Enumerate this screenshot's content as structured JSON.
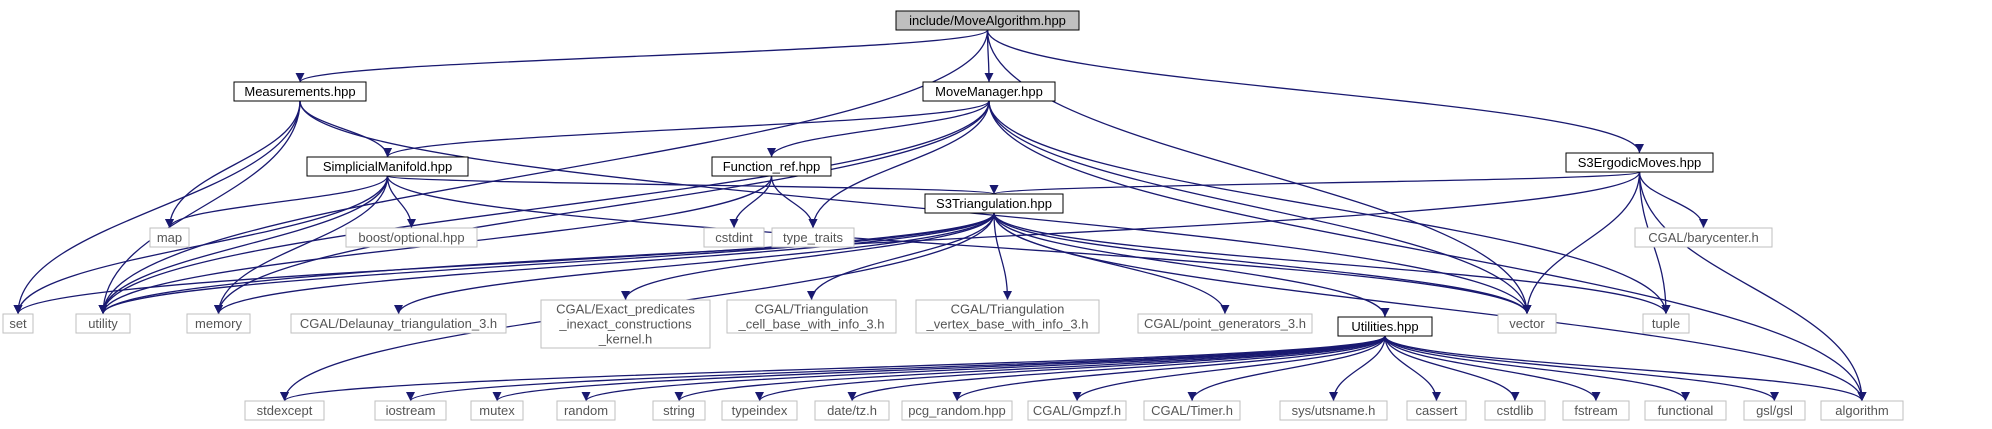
{
  "colors": {
    "edge": "#191970",
    "border_dark": "#000000",
    "border_light": "#bfbfbf",
    "root_fill": "#bfbfbf",
    "text_dark": "#000000",
    "text_light": "#555555"
  },
  "nodes": [
    {
      "id": "root",
      "lines": [
        "include/MoveAlgorithm.hpp"
      ],
      "kind": "root"
    },
    {
      "id": "measurements",
      "lines": [
        "Measurements.hpp"
      ],
      "kind": "dark"
    },
    {
      "id": "movemanager",
      "lines": [
        "MoveManager.hpp"
      ],
      "kind": "dark"
    },
    {
      "id": "s3ergodic",
      "lines": [
        "S3ErgodicMoves.hpp"
      ],
      "kind": "dark"
    },
    {
      "id": "simplicial",
      "lines": [
        "SimplicialManifold.hpp"
      ],
      "kind": "dark"
    },
    {
      "id": "functionref",
      "lines": [
        "Function_ref.hpp"
      ],
      "kind": "dark"
    },
    {
      "id": "s3triang",
      "lines": [
        "S3Triangulation.hpp"
      ],
      "kind": "dark"
    },
    {
      "id": "utilities",
      "lines": [
        "Utilities.hpp"
      ],
      "kind": "dark"
    },
    {
      "id": "map",
      "lines": [
        "map"
      ],
      "kind": "light"
    },
    {
      "id": "boostopt",
      "lines": [
        "boost/optional.hpp"
      ],
      "kind": "light"
    },
    {
      "id": "cstdint",
      "lines": [
        "cstdint"
      ],
      "kind": "light"
    },
    {
      "id": "typetraits",
      "lines": [
        "type_traits"
      ],
      "kind": "light"
    },
    {
      "id": "barycenter",
      "lines": [
        "CGAL/barycenter.h"
      ],
      "kind": "light"
    },
    {
      "id": "set",
      "lines": [
        "set"
      ],
      "kind": "light"
    },
    {
      "id": "utility",
      "lines": [
        "utility"
      ],
      "kind": "light"
    },
    {
      "id": "memory",
      "lines": [
        "memory"
      ],
      "kind": "light"
    },
    {
      "id": "delaunay",
      "lines": [
        "CGAL/Delaunay_triangulation_3.h"
      ],
      "kind": "light"
    },
    {
      "id": "exact",
      "lines": [
        "CGAL/Exact_predicates",
        "_inexact_constructions",
        "_kernel.h"
      ],
      "kind": "light"
    },
    {
      "id": "cellbase",
      "lines": [
        "CGAL/Triangulation",
        "_cell_base_with_info_3.h"
      ],
      "kind": "light"
    },
    {
      "id": "vertexbase",
      "lines": [
        "CGAL/Triangulation",
        "_vertex_base_with_info_3.h"
      ],
      "kind": "light"
    },
    {
      "id": "pointgen",
      "lines": [
        "CGAL/point_generators_3.h"
      ],
      "kind": "light"
    },
    {
      "id": "vector",
      "lines": [
        "vector"
      ],
      "kind": "light"
    },
    {
      "id": "tuple",
      "lines": [
        "tuple"
      ],
      "kind": "light"
    },
    {
      "id": "stdexcept",
      "lines": [
        "stdexcept"
      ],
      "kind": "light"
    },
    {
      "id": "iostream",
      "lines": [
        "iostream"
      ],
      "kind": "light"
    },
    {
      "id": "mutex",
      "lines": [
        "mutex"
      ],
      "kind": "light"
    },
    {
      "id": "random",
      "lines": [
        "random"
      ],
      "kind": "light"
    },
    {
      "id": "string",
      "lines": [
        "string"
      ],
      "kind": "light"
    },
    {
      "id": "typeindex",
      "lines": [
        "typeindex"
      ],
      "kind": "light"
    },
    {
      "id": "datetz",
      "lines": [
        "date/tz.h"
      ],
      "kind": "light"
    },
    {
      "id": "pcgrandom",
      "lines": [
        "pcg_random.hpp"
      ],
      "kind": "light"
    },
    {
      "id": "gmpzf",
      "lines": [
        "CGAL/Gmpzf.h"
      ],
      "kind": "light"
    },
    {
      "id": "timer",
      "lines": [
        "CGAL/Timer.h"
      ],
      "kind": "light"
    },
    {
      "id": "utsname",
      "lines": [
        "sys/utsname.h"
      ],
      "kind": "light"
    },
    {
      "id": "cassert",
      "lines": [
        "cassert"
      ],
      "kind": "light"
    },
    {
      "id": "cstdlib",
      "lines": [
        "cstdlib"
      ],
      "kind": "light"
    },
    {
      "id": "fstream",
      "lines": [
        "fstream"
      ],
      "kind": "light"
    },
    {
      "id": "functional",
      "lines": [
        "functional"
      ],
      "kind": "light"
    },
    {
      "id": "gslgsl",
      "lines": [
        "gsl/gsl"
      ],
      "kind": "light"
    },
    {
      "id": "algorithm",
      "lines": [
        "algorithm"
      ],
      "kind": "light"
    }
  ],
  "edges": [
    [
      "root",
      "utility"
    ],
    [
      "root",
      "measurements"
    ],
    [
      "root",
      "movemanager"
    ],
    [
      "root",
      "vector"
    ],
    [
      "root",
      "s3ergodic"
    ],
    [
      "measurements",
      "set"
    ],
    [
      "measurements",
      "utility"
    ],
    [
      "measurements",
      "map"
    ],
    [
      "measurements",
      "simplicial"
    ],
    [
      "measurements",
      "vector"
    ],
    [
      "movemanager",
      "simplicial"
    ],
    [
      "movemanager",
      "functionref"
    ],
    [
      "movemanager",
      "utility"
    ],
    [
      "movemanager",
      "memory"
    ],
    [
      "movemanager",
      "typetraits"
    ],
    [
      "movemanager",
      "vector"
    ],
    [
      "movemanager",
      "tuple"
    ],
    [
      "movemanager",
      "algorithm"
    ],
    [
      "simplicial",
      "map"
    ],
    [
      "simplicial",
      "boostopt"
    ],
    [
      "simplicial",
      "s3triang"
    ],
    [
      "simplicial",
      "set"
    ],
    [
      "simplicial",
      "utility"
    ],
    [
      "simplicial",
      "memory"
    ],
    [
      "simplicial",
      "vector"
    ],
    [
      "functionref",
      "cstdint"
    ],
    [
      "functionref",
      "typetraits"
    ],
    [
      "functionref",
      "utility"
    ],
    [
      "s3ergodic",
      "s3triang"
    ],
    [
      "s3ergodic",
      "barycenter"
    ],
    [
      "s3ergodic",
      "vector"
    ],
    [
      "s3ergodic",
      "tuple"
    ],
    [
      "s3ergodic",
      "algorithm"
    ],
    [
      "s3ergodic",
      "utility"
    ],
    [
      "s3triang",
      "set"
    ],
    [
      "s3triang",
      "utility"
    ],
    [
      "s3triang",
      "memory"
    ],
    [
      "s3triang",
      "stdexcept"
    ],
    [
      "s3triang",
      "delaunay"
    ],
    [
      "s3triang",
      "exact"
    ],
    [
      "s3triang",
      "cellbase"
    ],
    [
      "s3triang",
      "vertexbase"
    ],
    [
      "s3triang",
      "pointgen"
    ],
    [
      "s3triang",
      "utilities"
    ],
    [
      "s3triang",
      "vector"
    ],
    [
      "s3triang",
      "tuple"
    ],
    [
      "s3triang",
      "algorithm"
    ],
    [
      "utilities",
      "stdexcept"
    ],
    [
      "utilities",
      "iostream"
    ],
    [
      "utilities",
      "mutex"
    ],
    [
      "utilities",
      "random"
    ],
    [
      "utilities",
      "string"
    ],
    [
      "utilities",
      "typeindex"
    ],
    [
      "utilities",
      "datetz"
    ],
    [
      "utilities",
      "pcgrandom"
    ],
    [
      "utilities",
      "gmpzf"
    ],
    [
      "utilities",
      "timer"
    ],
    [
      "utilities",
      "utsname"
    ],
    [
      "utilities",
      "cassert"
    ],
    [
      "utilities",
      "cstdlib"
    ],
    [
      "utilities",
      "fstream"
    ],
    [
      "utilities",
      "functional"
    ],
    [
      "utilities",
      "gslgsl"
    ],
    [
      "utilities",
      "algorithm"
    ]
  ]
}
